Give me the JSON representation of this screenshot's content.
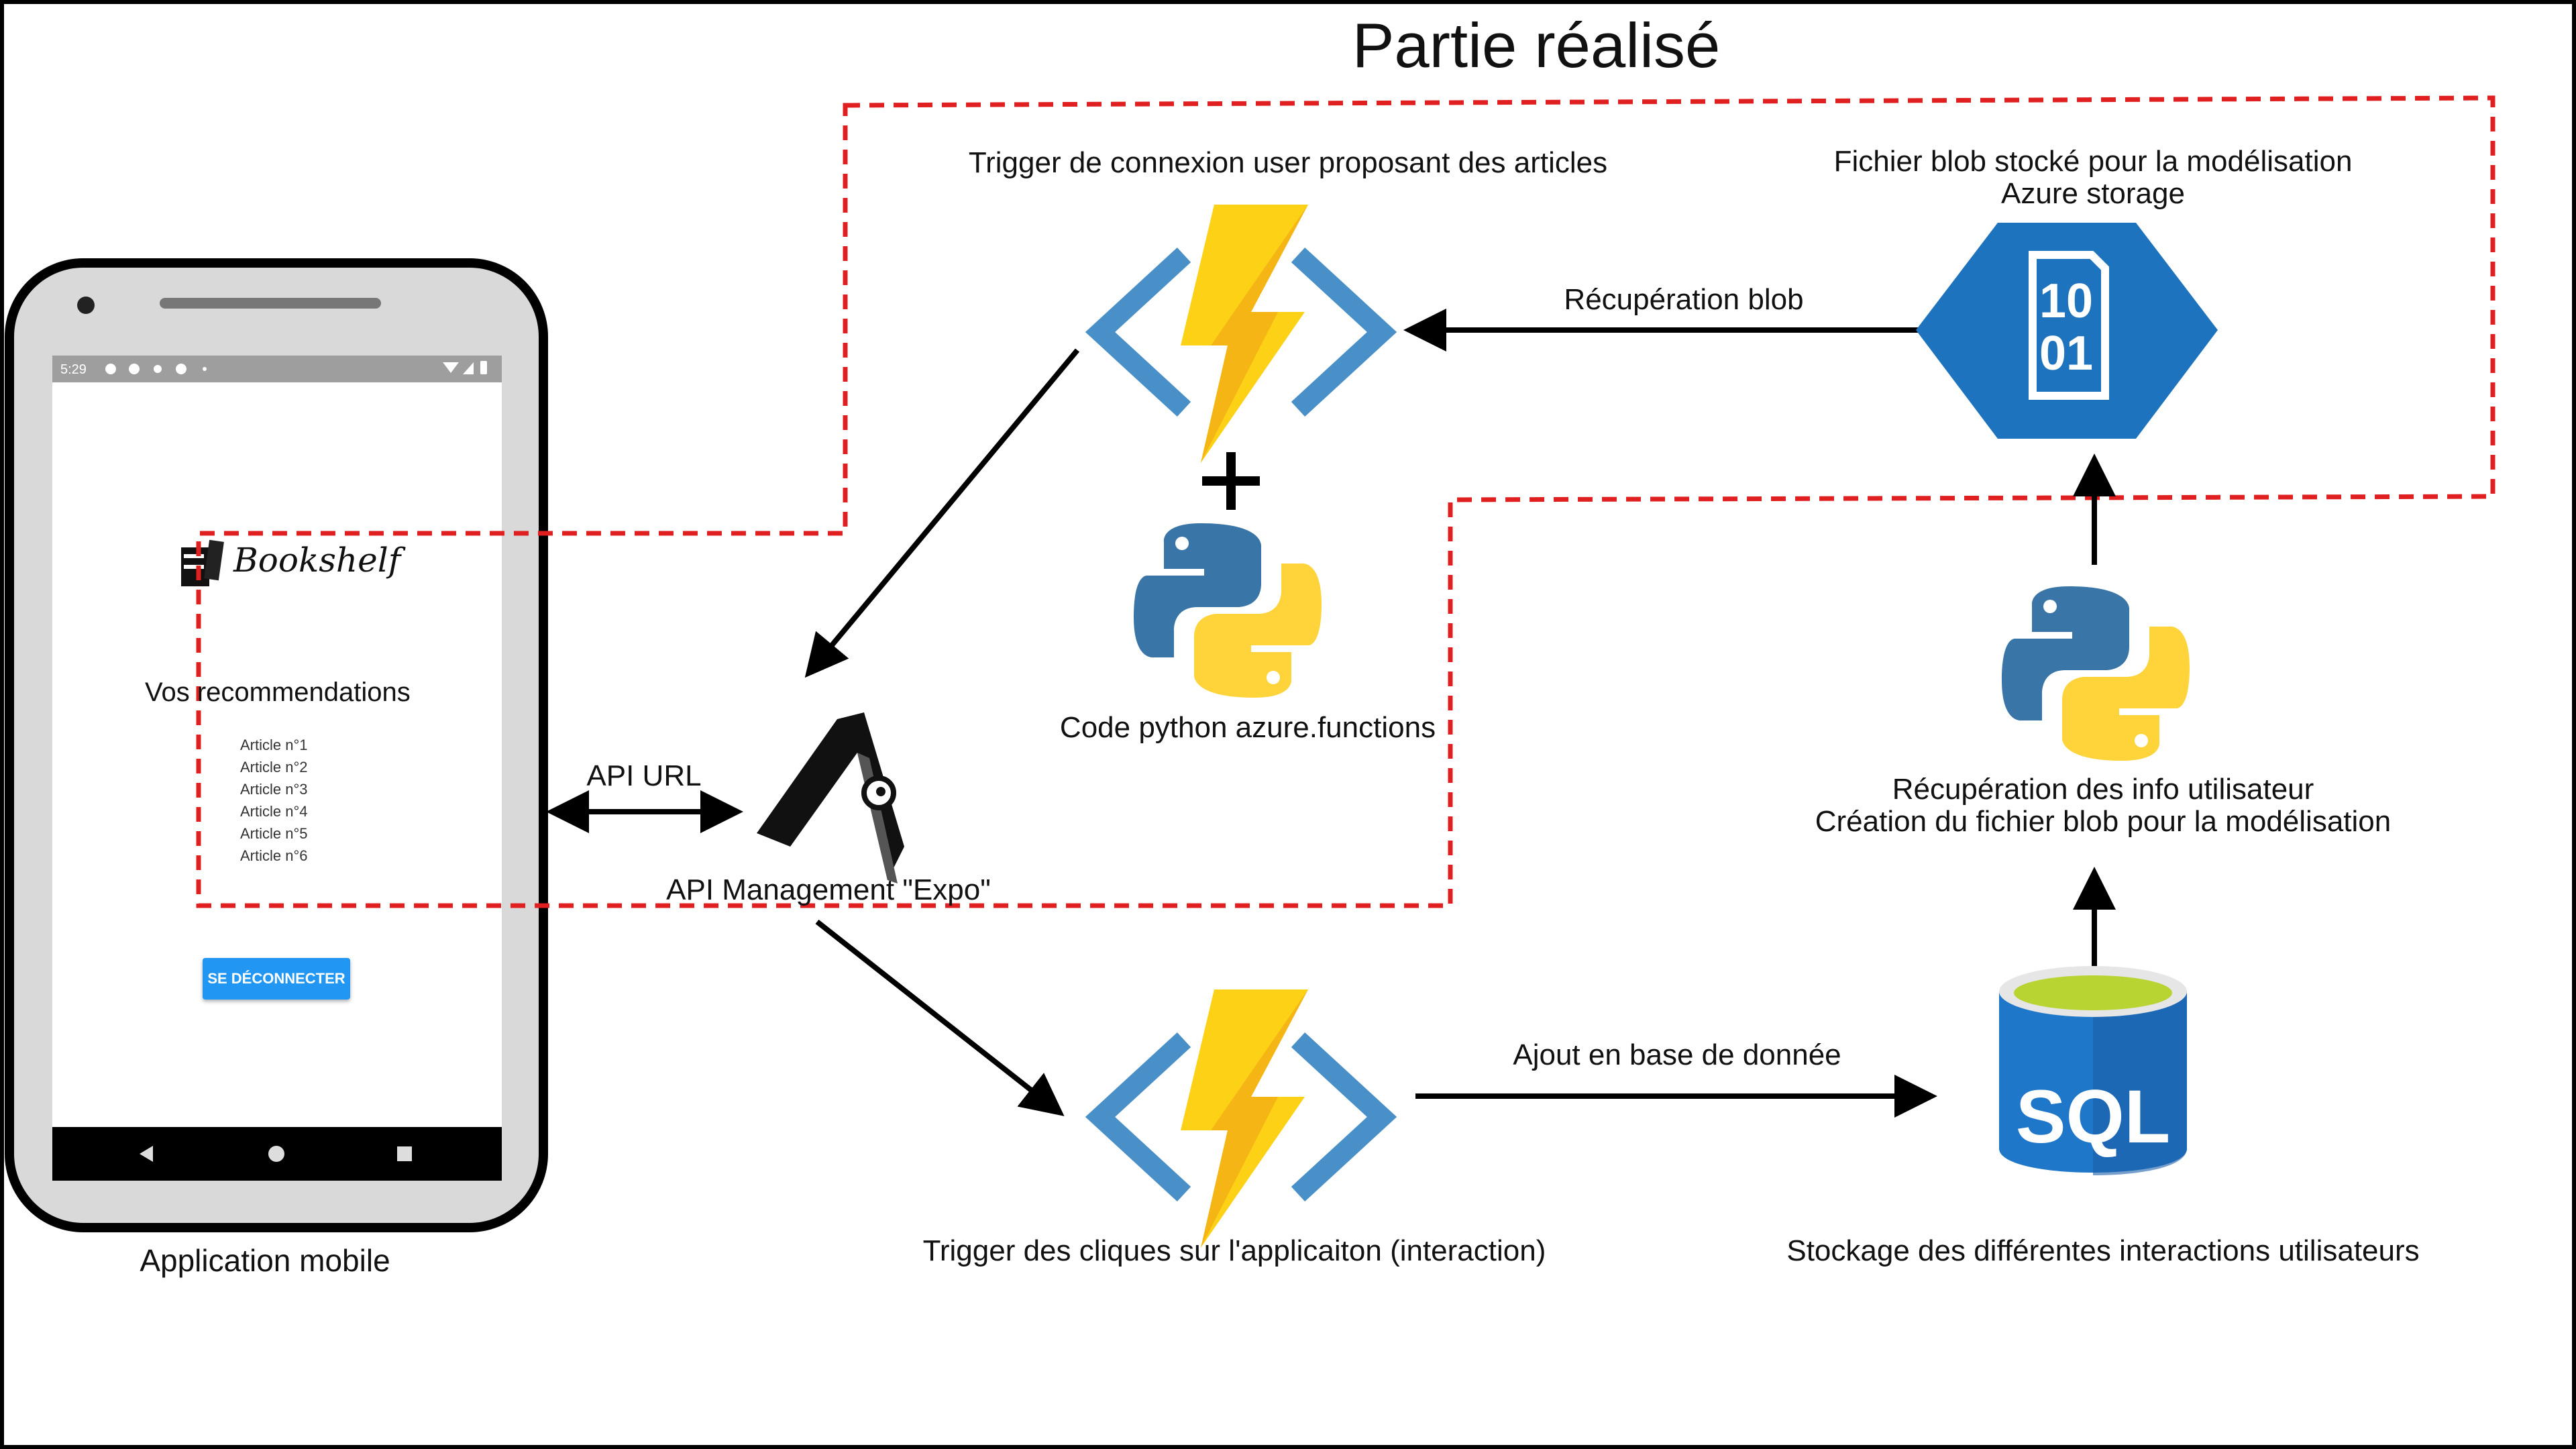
{
  "title": "Partie réalisé",
  "phone": {
    "caption": "Application mobile",
    "status_time": "5:29",
    "logo_text": "Bookshelf",
    "heading": "Vos recommendations",
    "articles": [
      "Article n°1",
      "Article n°2",
      "Article n°3",
      "Article n°4",
      "Article n°5",
      "Article n°6"
    ],
    "logout_label": "SE DÉCONNECTER"
  },
  "labels": {
    "api_url": "API URL",
    "api_management": "API Management \"Expo\"",
    "trigger_login": "Trigger de connexion user proposant des articles",
    "code_python": "Code python azure.functions",
    "blob_title_line1": "Fichier blob stocké pour la modélisation",
    "blob_title_line2": "Azure storage",
    "recup_blob": "Récupération blob",
    "recup_info_line1": "Récupération des info utilisateur",
    "recup_info_line2": "Création du fichier blob pour la modélisation",
    "ajout_base": "Ajout en base de donnée",
    "trigger_clicks": "Trigger des cliques sur l'applicaiton (interaction)",
    "stockage": "Stockage des différentes interactions utilisateurs",
    "blob_bits_top": "10",
    "blob_bits_bottom": "01",
    "sql": "SQL"
  },
  "colors": {
    "dashed_border": "#e02020",
    "azure_blue": "#1e73be",
    "lightning_yellow": "#fcd116",
    "lightning_orange": "#f0a616",
    "python_blue": "#3a75a8",
    "python_yellow": "#ffd43b",
    "button_blue": "#2196f3",
    "sql_lid_green": "#b8d432",
    "sql_body": "#1f77c9"
  }
}
